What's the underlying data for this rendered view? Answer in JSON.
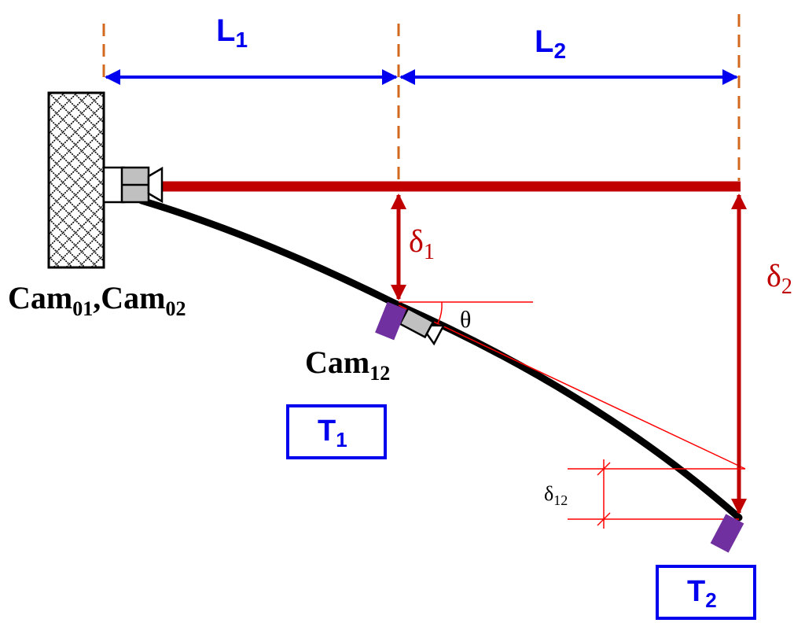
{
  "labels": {
    "L1": {
      "main": "L",
      "sub": "1"
    },
    "L2": {
      "main": "L",
      "sub": "2"
    },
    "delta1": {
      "main": "δ",
      "sub": "1"
    },
    "delta2": {
      "main": "δ",
      "sub": "2"
    },
    "delta12": {
      "main": "δ",
      "sub": "12"
    },
    "theta": "θ",
    "cam_fixed": {
      "a": "Cam",
      "a_sub": "01",
      "sep": ",",
      "b": "Cam",
      "b_sub": "02"
    },
    "cam12": {
      "main": "Cam",
      "sub": "12"
    },
    "T1": {
      "main": "T",
      "sub": "1"
    },
    "T2": {
      "main": "T",
      "sub": "2"
    }
  },
  "colors": {
    "dimension": "#0000ee",
    "deflection": "#c00000",
    "guide": "#d2691e",
    "beam": "#000000",
    "target": "#7030a0",
    "camera": "#c0c0c0"
  }
}
